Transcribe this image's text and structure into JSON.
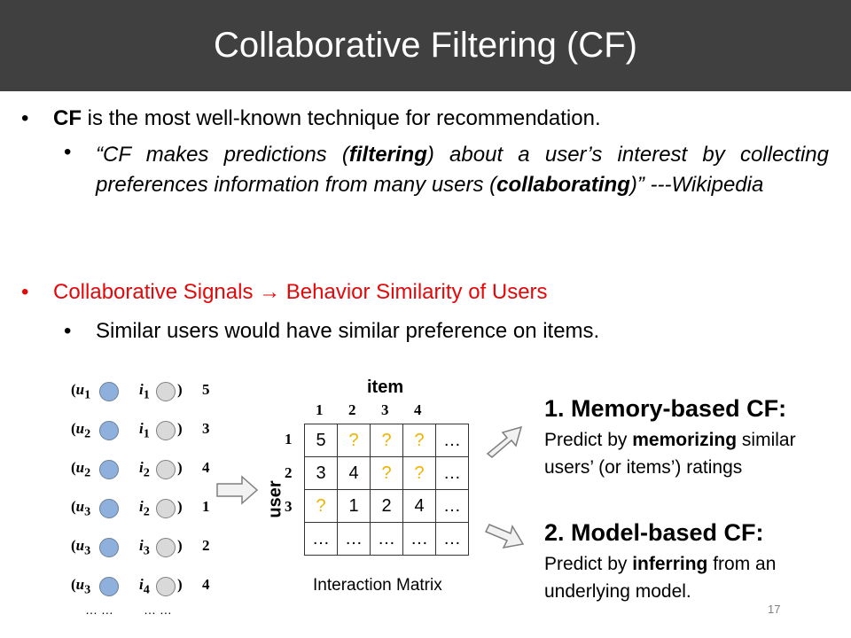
{
  "title": "Collaborative Filtering (CF)",
  "bullet1": {
    "bold": "CF",
    "rest": " is the most well-known technique for recommendation."
  },
  "quote": {
    "part1": "“CF makes predictions (",
    "bold1": "filtering",
    "part2": ") about a user’s interest by collecting preferences information from many users (",
    "bold2": "collaborating",
    "part3": ")”  ---Wikipedia"
  },
  "bullet2": {
    "text": "Collaborative Signals → Behavior Similarity of Users",
    "sub": "Similar users would have similar preference on items."
  },
  "interactions": [
    {
      "user": "u",
      "uidx": "1",
      "item": "i",
      "iidx": "1",
      "rating": "5"
    },
    {
      "user": "u",
      "uidx": "2",
      "item": "i",
      "iidx": "1",
      "rating": "3"
    },
    {
      "user": "u",
      "uidx": "2",
      "item": "i",
      "iidx": "2",
      "rating": "4"
    },
    {
      "user": "u",
      "uidx": "3",
      "item": "i",
      "iidx": "2",
      "rating": "1"
    },
    {
      "user": "u",
      "uidx": "3",
      "item": "i",
      "iidx": "3",
      "rating": "2"
    },
    {
      "user": "u",
      "uidx": "3",
      "item": "i",
      "iidx": "4",
      "rating": "4"
    }
  ],
  "ellipsis_left": "… …",
  "ellipsis_right": "… …",
  "matrix": {
    "item_label": "item",
    "user_label": "user",
    "col_headers": [
      "1",
      "2",
      "3",
      "4"
    ],
    "row_headers": [
      "1",
      "2",
      "3"
    ],
    "rows": [
      [
        "5",
        "?",
        "?",
        "?",
        "…"
      ],
      [
        "3",
        "4",
        "?",
        "?",
        "…"
      ],
      [
        "?",
        "1",
        "2",
        "4",
        "…"
      ],
      [
        "…",
        "…",
        "…",
        "…",
        "…"
      ]
    ],
    "caption": "Interaction Matrix"
  },
  "memory_cf": {
    "heading": "1. Memory-based CF:",
    "line1a": "Predict by ",
    "line1b": "memorizing",
    "line1c": " similar",
    "line2": "users’ (or items’) ratings"
  },
  "model_cf": {
    "heading": "2. Model-based CF:",
    "line1a": "Predict by ",
    "line1b": "inferring",
    "line1c": " from an",
    "line2": "underlying model."
  },
  "page_number": "17",
  "colors": {
    "title_bg": "#404040",
    "accent_red": "#e4080a",
    "question_yellow": "#f0b400",
    "circle_blue": "#8fb0dc",
    "circle_gray": "#d9d9d9"
  }
}
